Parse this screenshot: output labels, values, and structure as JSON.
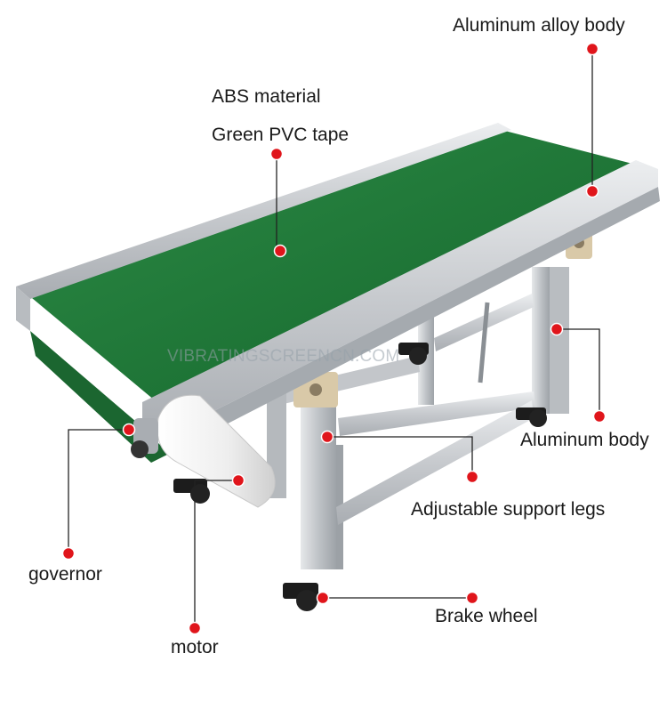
{
  "labels": {
    "aluminum_alloy_body": "Aluminum alloy body",
    "abs_material": "ABS material",
    "green_pvc_tape": "Green PVC tape",
    "aluminum_body": "Aluminum body",
    "adjustable_support_legs": "Adjustable support legs",
    "governor": "governor",
    "brake_wheel": "Brake wheel",
    "motor": "motor"
  },
  "watermark": "VIBRATINGSCREENCN.COM",
  "colors": {
    "belt": "#1f7a3a",
    "aluminum": "#c9ccd0",
    "marker": "#e0151b",
    "leader_line": "#222222"
  }
}
